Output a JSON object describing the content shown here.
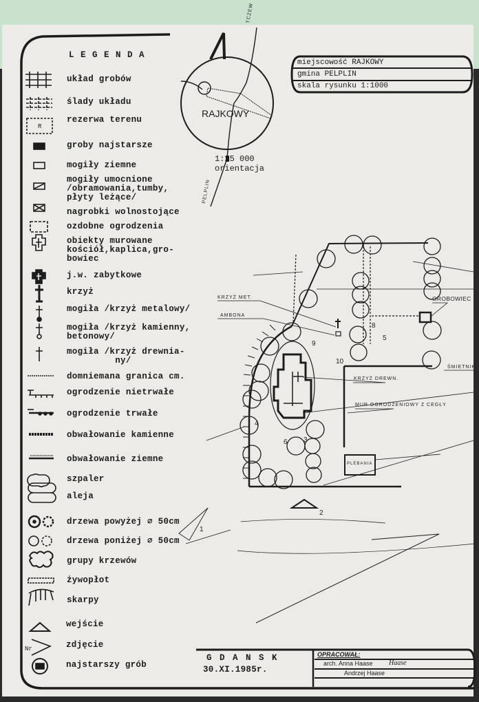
{
  "legend": {
    "title": "L E G E N D A",
    "items": [
      {
        "icon": "grave-grid-icon",
        "label": "układ grobów"
      },
      {
        "icon": "grave-grid-traces-icon",
        "label": "ślady układu"
      },
      {
        "icon": "reserve-area-icon",
        "label": "rezerwa terenu"
      },
      {
        "icon": "oldest-graves-icon",
        "label": "groby najstarsze"
      },
      {
        "icon": "earth-grave-icon",
        "label": "mogiły ziemne"
      },
      {
        "icon": "reinforced-grave-icon",
        "label": "mogiły umocnione\n/obramowania,tumby,\npłyty leżące/"
      },
      {
        "icon": "freestanding-tombstone-icon",
        "label": "nagrobki wolnostojące"
      },
      {
        "icon": "decorative-fence-icon",
        "label": "ozdobne ogrodzenia"
      },
      {
        "icon": "masonry-building-icon",
        "label": "obiekty murowane\nkościół,kaplica,gro-\nbowiec"
      },
      {
        "icon": "historic-building-icon",
        "label": "j.w. zabytkowe"
      },
      {
        "icon": "cross-icon",
        "label": "krzyż"
      },
      {
        "icon": "metal-cross-grave-icon",
        "label": "mogiła /krzyż metalowy/"
      },
      {
        "icon": "stone-cross-grave-icon",
        "label": "mogiła /krzyż kamienny,\nbetonowy/"
      },
      {
        "icon": "wooden-cross-grave-icon",
        "label": "mogiła /krzyż drewnia-\n         ny/"
      },
      {
        "icon": "dashed-boundary-icon",
        "label": "domniemana granica cm."
      },
      {
        "icon": "temporary-fence-icon",
        "label": "ogrodzenie nietrwałe"
      },
      {
        "icon": "permanent-fence-icon",
        "label": "ogrodzenie trwałe"
      },
      {
        "icon": "stone-embankment-icon",
        "label": "obwałowanie kamienne"
      },
      {
        "icon": "earth-embankment-icon",
        "label": "obwałowanie ziemne"
      },
      {
        "icon": "tree-row-icon",
        "label": "szpaler"
      },
      {
        "icon": "avenue-icon",
        "label": "aleja"
      },
      {
        "icon": "large-tree-icon",
        "label": "drzewa powyżej ∅ 50cm"
      },
      {
        "icon": "small-tree-icon",
        "label": "drzewa poniżej ∅ 50cm"
      },
      {
        "icon": "shrub-group-icon",
        "label": "grupy krzewów"
      },
      {
        "icon": "hedge-icon",
        "label": "żywopłot"
      },
      {
        "icon": "slope-icon",
        "label": "skarpy"
      },
      {
        "icon": "entrance-icon",
        "label": "wejście"
      },
      {
        "icon": "photo-direction-icon",
        "label": "zdjęcie",
        "icon_text": "Nr"
      },
      {
        "icon": "oldest-grave-icon",
        "label": "najstarszy grób"
      }
    ]
  },
  "orientation": {
    "village": "RAJKOWY",
    "road_north": "TCZEW",
    "road_south": "PELPLIN",
    "scale": "1:25 000",
    "caption": "orientacja"
  },
  "header": {
    "rows": [
      "miejscowość RAJKOWY",
      "gmina PELPLIN",
      "skala rysunku 1:1000"
    ]
  },
  "plan": {
    "labels": {
      "krzyz_met": "KRZYŻ MET.",
      "ambona": "AMBONA",
      "grobowiec": "GROBOWIEC",
      "smietnik": "ŚMIETNIK",
      "krzyz_drewn": "KRZYŻ DREWN.",
      "mur": "MUR OGRODZENIOWY Z CEGŁY",
      "plebania": "PLEBANIA"
    },
    "photo_numbers": [
      "1",
      "2",
      "3",
      "4",
      "5",
      "6",
      "8",
      "9",
      "10"
    ]
  },
  "footer": {
    "city": "G D A N S K",
    "date": "30.XI.1985r.",
    "prepared_label": "OPRACOWAŁ:",
    "author1": "arch. Anna Haase",
    "signature": "Haase",
    "author2": "Andrzej Haase"
  }
}
